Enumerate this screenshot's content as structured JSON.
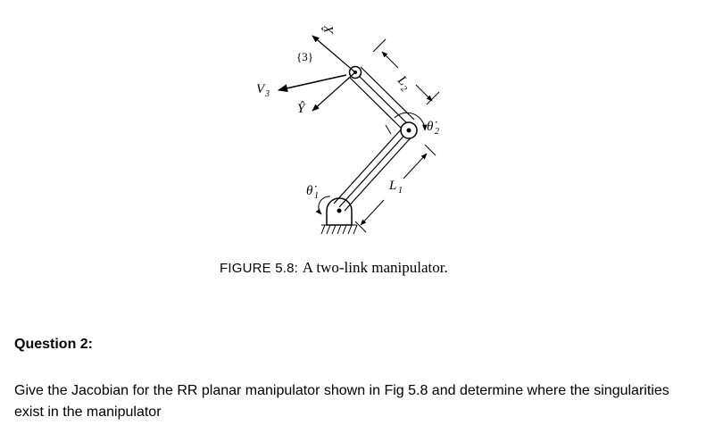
{
  "figure": {
    "labels": {
      "x_hat": "X̂",
      "y_hat": "Ŷ",
      "frame": "{3}",
      "v3_main": "V",
      "v3_sub": "3",
      "l1_main": "L",
      "l1_sub": "1",
      "l2_main": "L",
      "l2_sub": "2",
      "theta1_main": "θ̇",
      "theta1_sub": "1",
      "theta2_main": "θ̇",
      "theta2_sub": "2"
    },
    "caption_label": "FIGURE 5.8:",
    "caption_text": "A two-link manipulator."
  },
  "question": {
    "heading": "Question 2:",
    "body": "Give the Jacobian for the RR planar manipulator shown in Fig 5.8 and determine where the singularities exist in the manipulator"
  }
}
